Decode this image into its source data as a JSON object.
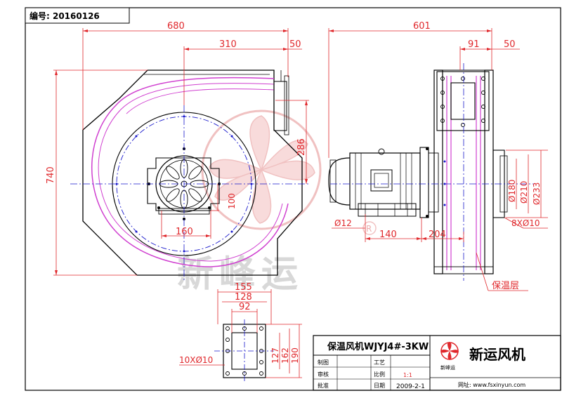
{
  "drawing_number": "编号: 20160126",
  "dims_front": {
    "d680": "680",
    "d310": "310",
    "d50": "50",
    "d740": "740",
    "d286": "286",
    "d100": "100",
    "d160": "160"
  },
  "dims_side": {
    "d601": "601",
    "d91": "91",
    "d50": "50",
    "phi180": "Ø180",
    "phi210": "Ø210",
    "phi233": "Ø233",
    "holes8": "8XØ10",
    "phi12": "Ø12",
    "d140": "140",
    "d204": "204",
    "insulation": "保温层"
  },
  "dims_flange": {
    "d155": "155",
    "d128": "128",
    "d92": "92",
    "holes10": "10XØ10",
    "d127": "127",
    "d162": "162",
    "d190": "190"
  },
  "title_block": {
    "product": "保温风机WJYJ4#-3KW",
    "company": "新运风机",
    "logo_small": "新峰运",
    "row1": "制图",
    "row2": "审核",
    "row3": "批准",
    "craft": "工艺",
    "scale_label": "比例",
    "scale_value": "1:1",
    "date_label": "日期",
    "date_value": "2009-2-1",
    "website": "网址: www.fsxinyun.com"
  },
  "watermark": {
    "text": "新峰运",
    "registered": "R"
  },
  "colors": {
    "outline": "#000000",
    "dimension": "#e0282c",
    "center": "#1a1acc",
    "insulation": "#d040d0",
    "watermark": "#e07878"
  }
}
